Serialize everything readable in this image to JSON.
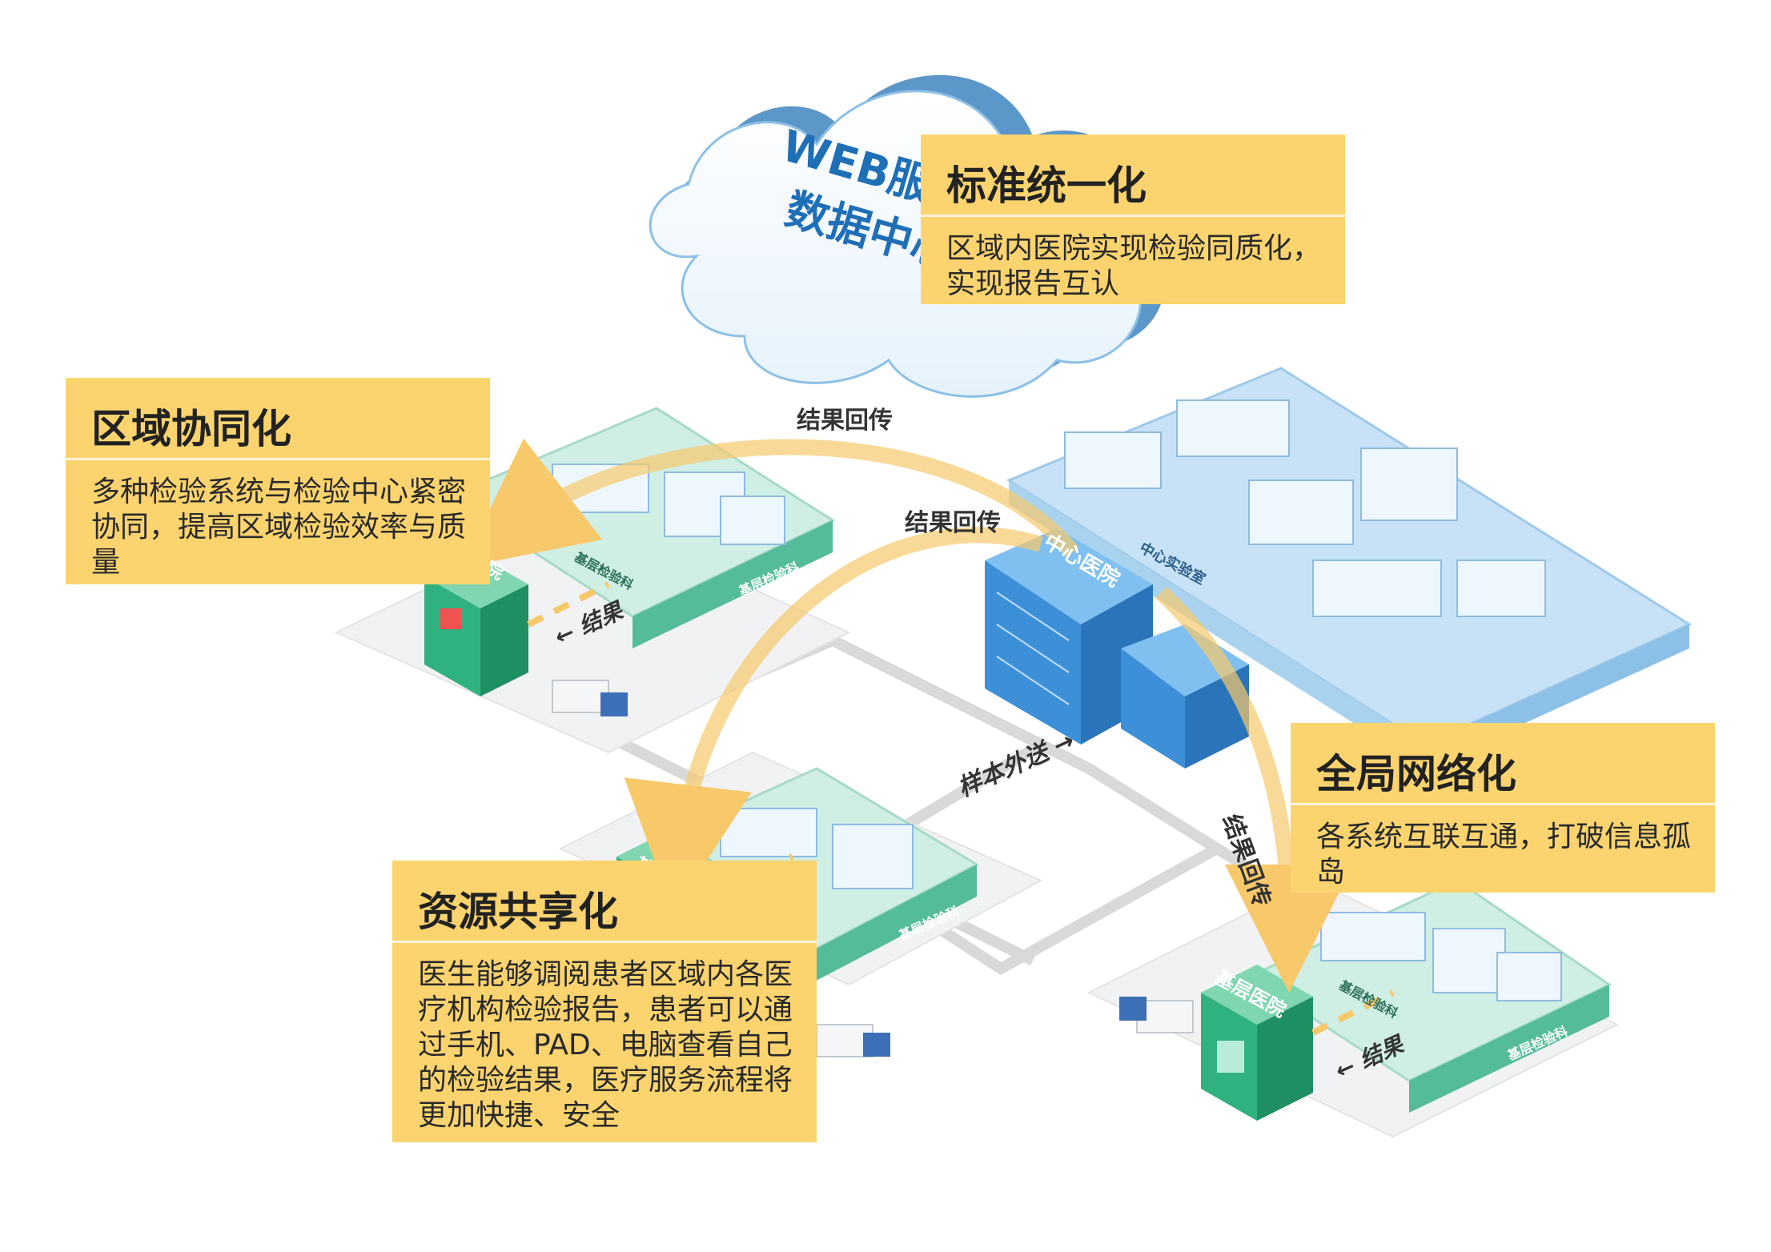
{
  "cloud": {
    "line1": "WEB服务",
    "line2": "数据中心",
    "color": "#1f6fb7"
  },
  "cards": {
    "standard": {
      "title": "标准统一化",
      "body": "区域内医院实现检验同质化，实现报告互认"
    },
    "regional": {
      "title": "区域协同化",
      "body": "多种检验系统与检验中心紧密协同，提高区域检验效率与质量"
    },
    "network": {
      "title": "全局网络化",
      "body": "各系统互联互通，打破信息孤岛"
    },
    "sharing": {
      "title": "资源共享化",
      "body": "医生能够调阅患者区域内各医疗机构检验报告，患者可以通过手机、PAD、电脑查看自己的检验结果，医疗服务流程将更加快捷、安全"
    }
  },
  "labels": {
    "result_return": "结果回传",
    "sample_out": "样本外送 →",
    "result_arrow": "← 结果",
    "central_lab": "中心实验室",
    "central_hospital": "中心医院",
    "base_hospital": "基层医院",
    "base_lab": "基层检验科"
  },
  "colors": {
    "card": "#fcd46f",
    "arrow": "#f7c96b",
    "building_blue": "#3d8fd8",
    "building_green": "#2fb27f",
    "lab_floor": "#c7e2f6"
  }
}
